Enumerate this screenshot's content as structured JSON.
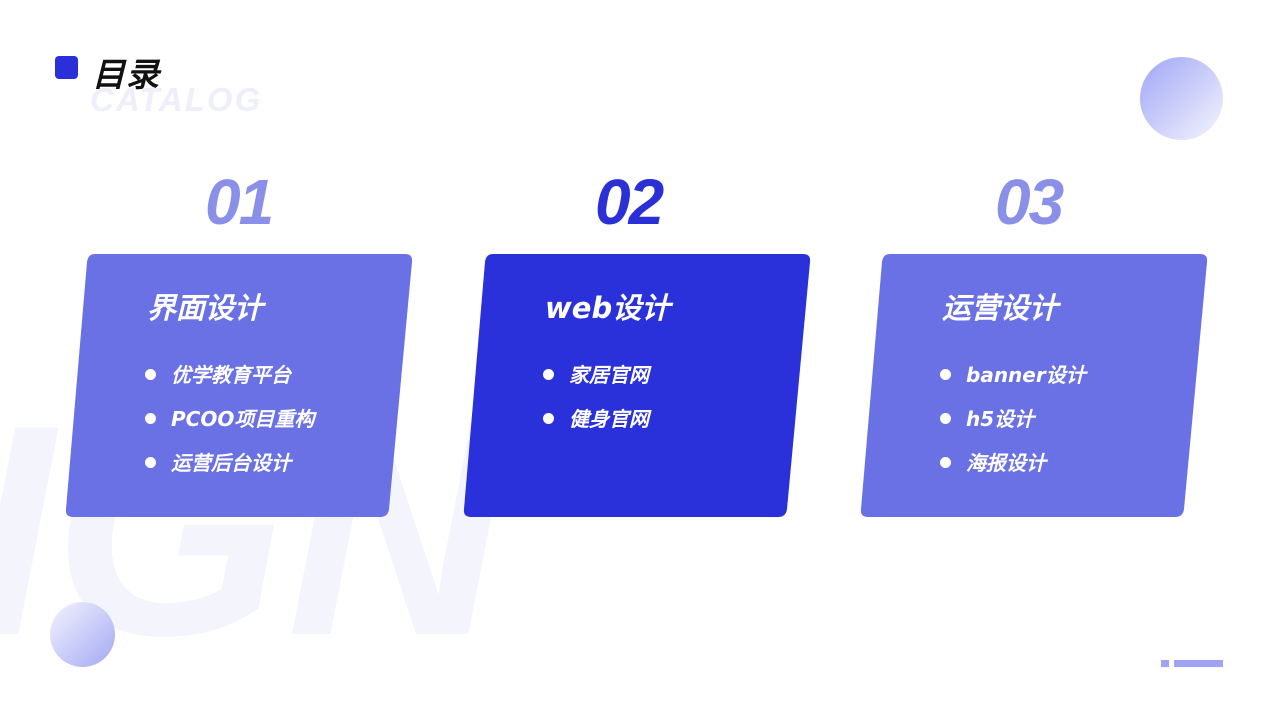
{
  "header": {
    "title": "目录",
    "subtitle": "CATALOG"
  },
  "watermark": "IGN",
  "sections": [
    {
      "number": "01",
      "title": "界面设计",
      "items": [
        "优学教育平台",
        "PCOO项目重构",
        "运营后台设计"
      ]
    },
    {
      "number": "02",
      "title": "web设计",
      "items": [
        "家居官网",
        "健身官网"
      ]
    },
    {
      "number": "03",
      "title": "运营设计",
      "items": [
        "banner设计",
        "h5设计",
        "海报设计"
      ]
    }
  ],
  "colors": {
    "accent": "#2a2fd9",
    "card_light": "#6a71e4",
    "card_dark": "#2a30da",
    "number_light": "#8a90e8",
    "number_dark": "#2a30d6"
  }
}
